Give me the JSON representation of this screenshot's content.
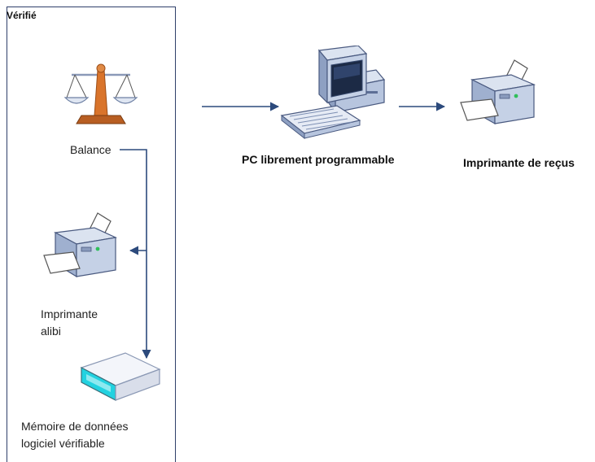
{
  "panel": {
    "title": "Vérifié"
  },
  "nodes": {
    "balance": {
      "label": "Balance"
    },
    "alibi_printer": {
      "label_line1": "Imprimante",
      "label_line2": "alibi"
    },
    "storage": {
      "label_line1": "Mémoire de données",
      "label_line2": "logiciel vérifiable"
    },
    "pc": {
      "label": "PC librement programmable"
    },
    "receipt_printer": {
      "label": "Imprimante de reçus"
    }
  },
  "colors": {
    "panel_border": "#2f3f6a",
    "connector": "#2c4a7c",
    "device_body": "#b7c5de",
    "device_dark": "#5d6f96",
    "scale_orange": "#d9742b",
    "storage_cyan": "#22d2e0"
  }
}
